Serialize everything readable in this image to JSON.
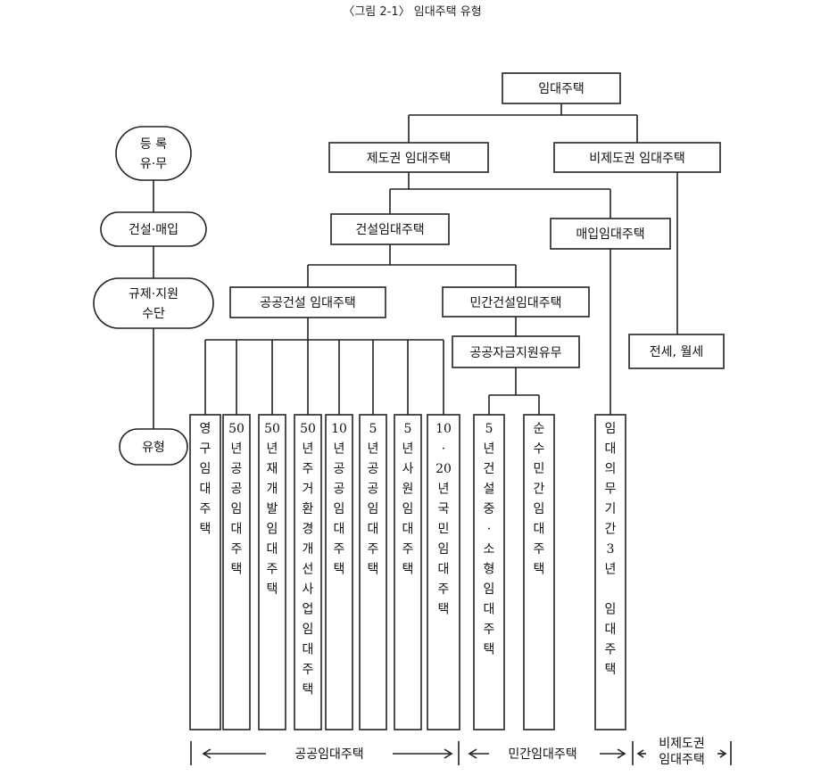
{
  "caption": "〈그림 2-1〉 임대주택 유형",
  "left_column": {
    "registration": [
      "등 록",
      "유·무"
    ],
    "construction_purchase": "건설·매입",
    "regulation_support": [
      "규제·지원",
      "수단"
    ],
    "type": "유형"
  },
  "tree": {
    "root": "임대주택",
    "institutional": "제도권 임대주택",
    "non_institutional": "비제도권 임대주택",
    "construction_rental": "건설임대주택",
    "purchase_rental": "매입임대주택",
    "public_construction": "공공건설 임대주택",
    "private_construction": "민간건설임대주택",
    "public_fund_support": "공공자금지원유무",
    "jeonse_wolse": "전세, 월세"
  },
  "types": [
    "영구임대주택",
    "50년공공임대주택",
    "50년재개발임대주택",
    "50년주거환경개선사업임대주택",
    "10년공공임대주택",
    "5년공공임대주택",
    "5년사원임대주택",
    "10·20년국민임대주택",
    "5년건설중·소형임대주택",
    "순수민간임대주택",
    "임대의무기간3년 임대주택"
  ],
  "footer": {
    "public": "공공임대주택",
    "private": "민간임대주택",
    "non_institutional": [
      "비제도권",
      "임대주택"
    ]
  }
}
